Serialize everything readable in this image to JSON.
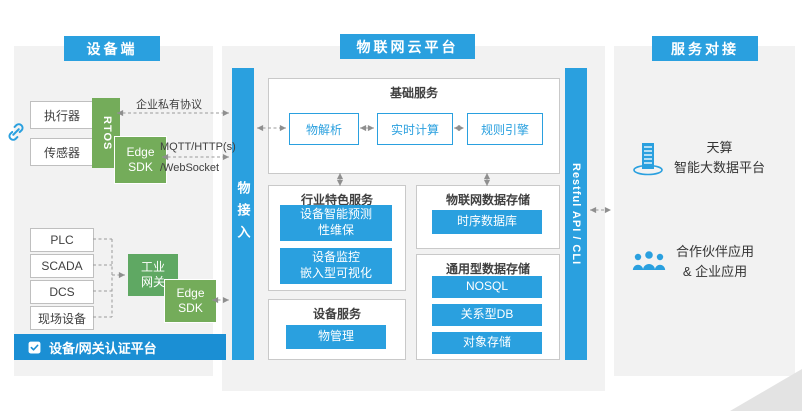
{
  "headers": {
    "device": "设备端",
    "platform": "物联网云平台",
    "service": "服务对接"
  },
  "device_side": {
    "actuator": "执行器",
    "sensor": "传感器",
    "rtos": "RTOS",
    "edge_sdk_top": "Edge SDK",
    "label_private_protocol": "企业私有协议",
    "label_mqtt": "MQTT/HTTP(s)",
    "label_websocket": "/WebSocket",
    "field_boxes": [
      "PLC",
      "SCADA",
      "DCS",
      "现场设备"
    ],
    "gateway_l1": "工业",
    "gateway_l2": "网关",
    "edge_sdk_bottom": "Edge SDK",
    "auth_platform": "设备/网关认证平台"
  },
  "cloud_platform": {
    "thing_access": "物接入",
    "restful_api": "Restful API / CLI",
    "basic": {
      "title": "基础服务",
      "thing_parsing": "物解析",
      "realtime_computing": "实时计算",
      "rule_engine": "规则引擎"
    },
    "industry": {
      "title": "行业特色服务",
      "predictive_l1": "设备智能预测",
      "predictive_l2": "性维保",
      "monitor_l1": "设备监控",
      "monitor_l2": "嵌入型可视化"
    },
    "device_service": {
      "title": "设备服务",
      "thing_mgmt": "物管理"
    },
    "iot_storage": {
      "title": "物联网数据存储",
      "tsdb": "时序数据库"
    },
    "general_storage": {
      "title": "通用型数据存储",
      "items": [
        "NOSQL",
        "关系型DB",
        "对象存储"
      ]
    }
  },
  "service_side": {
    "bigdata_l1": "天算",
    "bigdata_l2": "智能大数据平台",
    "partner_l1": "合作伙伴应用",
    "partner_l2": "& 企业应用"
  },
  "colors": {
    "accent_blue": "#2AA0DF",
    "auth_blue": "#1B8FD4",
    "green": "#74AC5A",
    "green_dark": "#5FA863",
    "panel_gray": "#F2F2F2",
    "border_gray": "#BFBFBF",
    "arrow_gray": "#999999"
  }
}
